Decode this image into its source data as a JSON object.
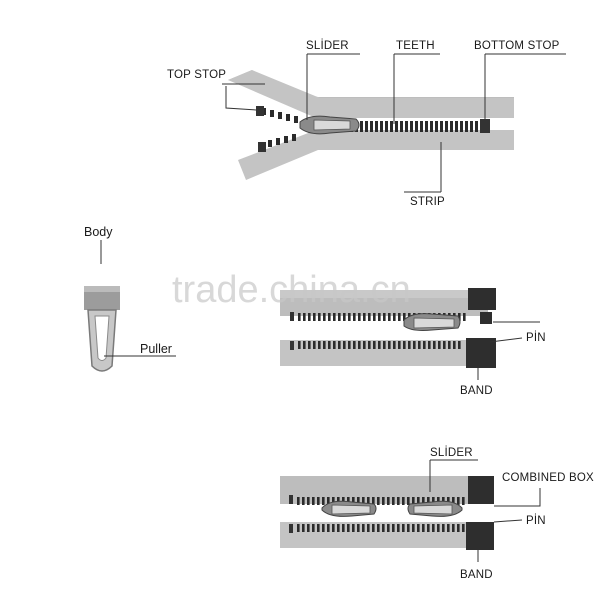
{
  "labels": {
    "top_stop": "TOP STOP",
    "slider_top": "SLİDER",
    "teeth": "TEETH",
    "bottom_stop": "BOTTOM STOP",
    "strip": "STRIP",
    "body": "Body",
    "puller": "Puller",
    "pin_mid": "PİN",
    "band_mid": "BAND",
    "slider_bottom": "SLİDER",
    "combined_box": "COMBINED BOX",
    "pin_bottom": "PİN",
    "band_bottom": "BAND"
  },
  "watermark": "trade.china.cn",
  "colors": {
    "tape": "#bdbdbd",
    "tape_light": "#d4d4d4",
    "teeth": "#2b2b2b",
    "stop": "#333333",
    "box": "#2e2e2e",
    "line": "#333333"
  }
}
